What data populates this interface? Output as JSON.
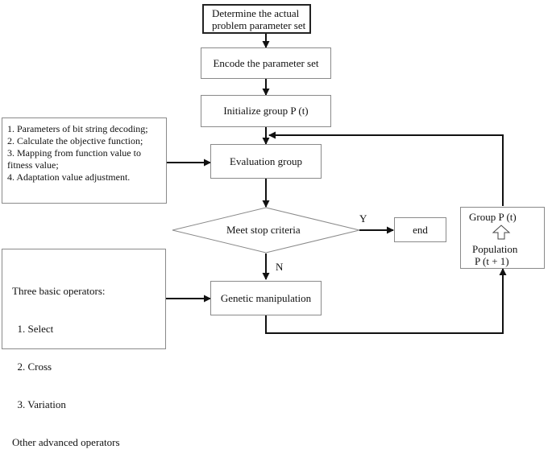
{
  "flowchart": {
    "determine": [
      "Determine the actual",
      "problem parameter set"
    ],
    "encode": "Encode the parameter set",
    "initialize": "Initialize group P (t)",
    "evaluation": "Evaluation group",
    "decision": "Meet stop criteria",
    "end": "end",
    "genetic": "Genetic manipulation",
    "yes_label": "Y",
    "no_label": "N"
  },
  "evaluation_notes": [
    "1. Parameters of bit string decoding;",
    "2. Calculate the objective function;",
    "3. Mapping from function value to",
    "fitness value;",
    "4. Adaptation value adjustment."
  ],
  "operators_notes": [
    "Three basic operators:",
    "  1. Select",
    "  2. Cross",
    "  3. Variation",
    "Other advanced operators"
  ],
  "population_box": {
    "top": "Group P (t)",
    "middle": "Population",
    "bottom": "P (t + 1)"
  }
}
